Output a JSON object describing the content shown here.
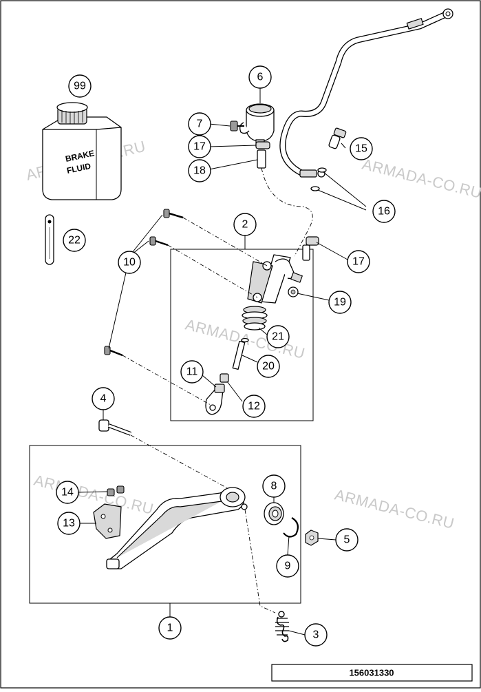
{
  "container_label": {
    "line1": "BRAKE",
    "line2": "FLUID"
  },
  "watermark": "ARMADA-CO.RU",
  "drawing_code": "156031330",
  "callouts": [
    {
      "id": "c1",
      "label": "1"
    },
    {
      "id": "c2",
      "label": "2"
    },
    {
      "id": "c3",
      "label": "3"
    },
    {
      "id": "c4",
      "label": "4"
    },
    {
      "id": "c5",
      "label": "5"
    },
    {
      "id": "c6",
      "label": "6"
    },
    {
      "id": "c7",
      "label": "7"
    },
    {
      "id": "c8",
      "label": "8"
    },
    {
      "id": "c9",
      "label": "9"
    },
    {
      "id": "c10",
      "label": "10"
    },
    {
      "id": "c11",
      "label": "11"
    },
    {
      "id": "c12",
      "label": "12"
    },
    {
      "id": "c13",
      "label": "13"
    },
    {
      "id": "c14",
      "label": "14"
    },
    {
      "id": "c15",
      "label": "15"
    },
    {
      "id": "c16",
      "label": "16"
    },
    {
      "id": "c17a",
      "label": "17"
    },
    {
      "id": "c17b",
      "label": "17"
    },
    {
      "id": "c18",
      "label": "18"
    },
    {
      "id": "c19",
      "label": "19"
    },
    {
      "id": "c20",
      "label": "20"
    },
    {
      "id": "c21",
      "label": "21"
    },
    {
      "id": "c22",
      "label": "22"
    },
    {
      "id": "c99",
      "label": "99"
    }
  ]
}
